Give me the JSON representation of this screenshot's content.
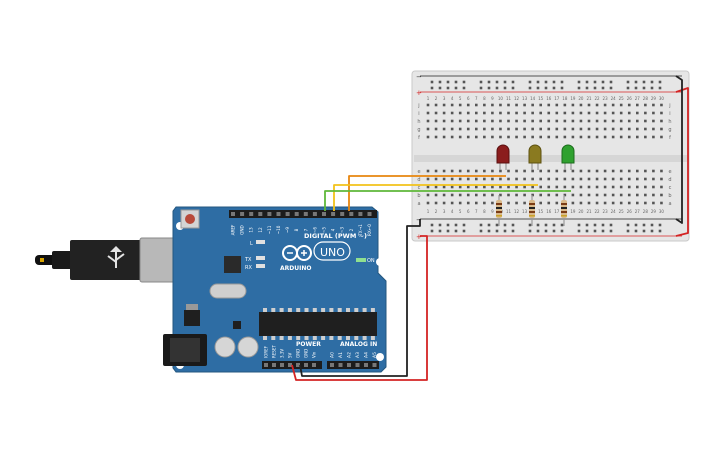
{
  "board": {
    "name": "ARDUINO",
    "model": "UNO",
    "digital_label": "DIGITAL (PWM ~)",
    "analog_label": "ANALOG IN",
    "power_label": "POWER",
    "on_label": "ON",
    "l_label": "L",
    "tx_label": "TX",
    "rx_label": "RX",
    "digital_pins": [
      "AREF",
      "GND",
      "13",
      "12",
      "~11",
      "~10",
      "~9",
      "8",
      "7",
      "~6",
      "~5",
      "4",
      "~3",
      "2",
      "TX→1",
      "RX←0"
    ],
    "power_pins": [
      "IOREF",
      "RESET",
      "3.3V",
      "5V",
      "GND",
      "GND",
      "Vin"
    ],
    "analog_pins": [
      "A0",
      "A1",
      "A2",
      "A3",
      "A4",
      "A5"
    ]
  },
  "breadboard": {
    "row_letters_top": [
      "j",
      "i",
      "h",
      "g",
      "f"
    ],
    "row_letters_bottom": [
      "e",
      "d",
      "c",
      "b",
      "a"
    ],
    "column_numbers": [
      "1",
      "2",
      "3",
      "4",
      "5",
      "6",
      "7",
      "8",
      "9",
      "10",
      "11",
      "12",
      "13",
      "14",
      "15",
      "16",
      "17",
      "18",
      "19",
      "20",
      "21",
      "22",
      "23",
      "24",
      "25",
      "26",
      "27",
      "28",
      "29",
      "30"
    ],
    "rail_plus": "+",
    "rail_minus": "−"
  },
  "leds": [
    {
      "color_name": "red",
      "color": "#8b1d1d"
    },
    {
      "color_name": "yellow",
      "color": "#8a7a20"
    },
    {
      "color_name": "green",
      "color": "#2fa12f"
    }
  ],
  "wire_colors": {
    "orange": "#e8860e",
    "yellow": "#f2c21a",
    "green": "#5fb83a",
    "red": "#d42424",
    "black": "#222222"
  }
}
